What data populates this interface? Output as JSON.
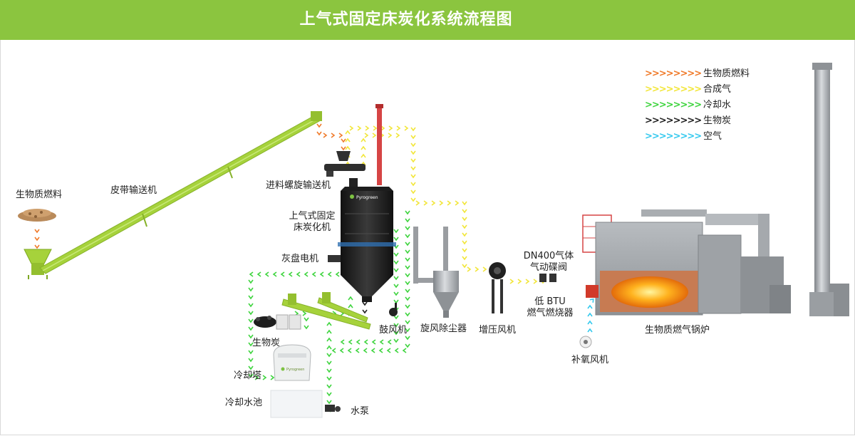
{
  "header": {
    "title": "上气式固定床炭化系统流程图"
  },
  "colors": {
    "header_bg": "#8bc53f",
    "biomass_fuel": "#f07b2b",
    "syngas": "#f2e63a",
    "cooling_water": "#3fd43f",
    "biochar": "#222222",
    "air": "#35c9ee",
    "conveyor": "#a6d23b",
    "equipment": "#9a9da1"
  },
  "legend": [
    {
      "arrows": ">>>>>>>>",
      "label": "生物质燃料",
      "color_key": "biomass_fuel"
    },
    {
      "arrows": ">>>>>>>>",
      "label": "合成气",
      "color_key": "syngas"
    },
    {
      "arrows": ">>>>>>>>",
      "label": "冷却水",
      "color_key": "cooling_water"
    },
    {
      "arrows": ">>>>>>>>",
      "label": "生物炭",
      "color_key": "biochar"
    },
    {
      "arrows": ">>>>>>>>",
      "label": "空气",
      "color_key": "air"
    }
  ],
  "labels": {
    "biomass_fuel": "生物质燃料",
    "belt_conveyor": "皮带输送机",
    "screw_feeder": "进料螺旋输送机",
    "reactor_line1": "上气式固定",
    "reactor_line2": "床炭化机",
    "ash_motor": "灰盘电机",
    "biochar": "生物炭",
    "cooling_tower": "冷却塔",
    "cooling_pool": "冷却水池",
    "water_pump": "水泵",
    "blower": "鼓风机",
    "cyclone": "旋风除尘器",
    "booster_fan": "增压风机",
    "valve_line1": "DN400气体",
    "valve_line2": "气动碟阀",
    "burner_line1": "低 BTU",
    "burner_line2": "燃气燃烧器",
    "boiler": "生物质燃气锅炉",
    "oxygen_fan": "补氧风机",
    "reactor_brand": "Pyrogreen",
    "tower_brand": "Pyrogreen"
  }
}
